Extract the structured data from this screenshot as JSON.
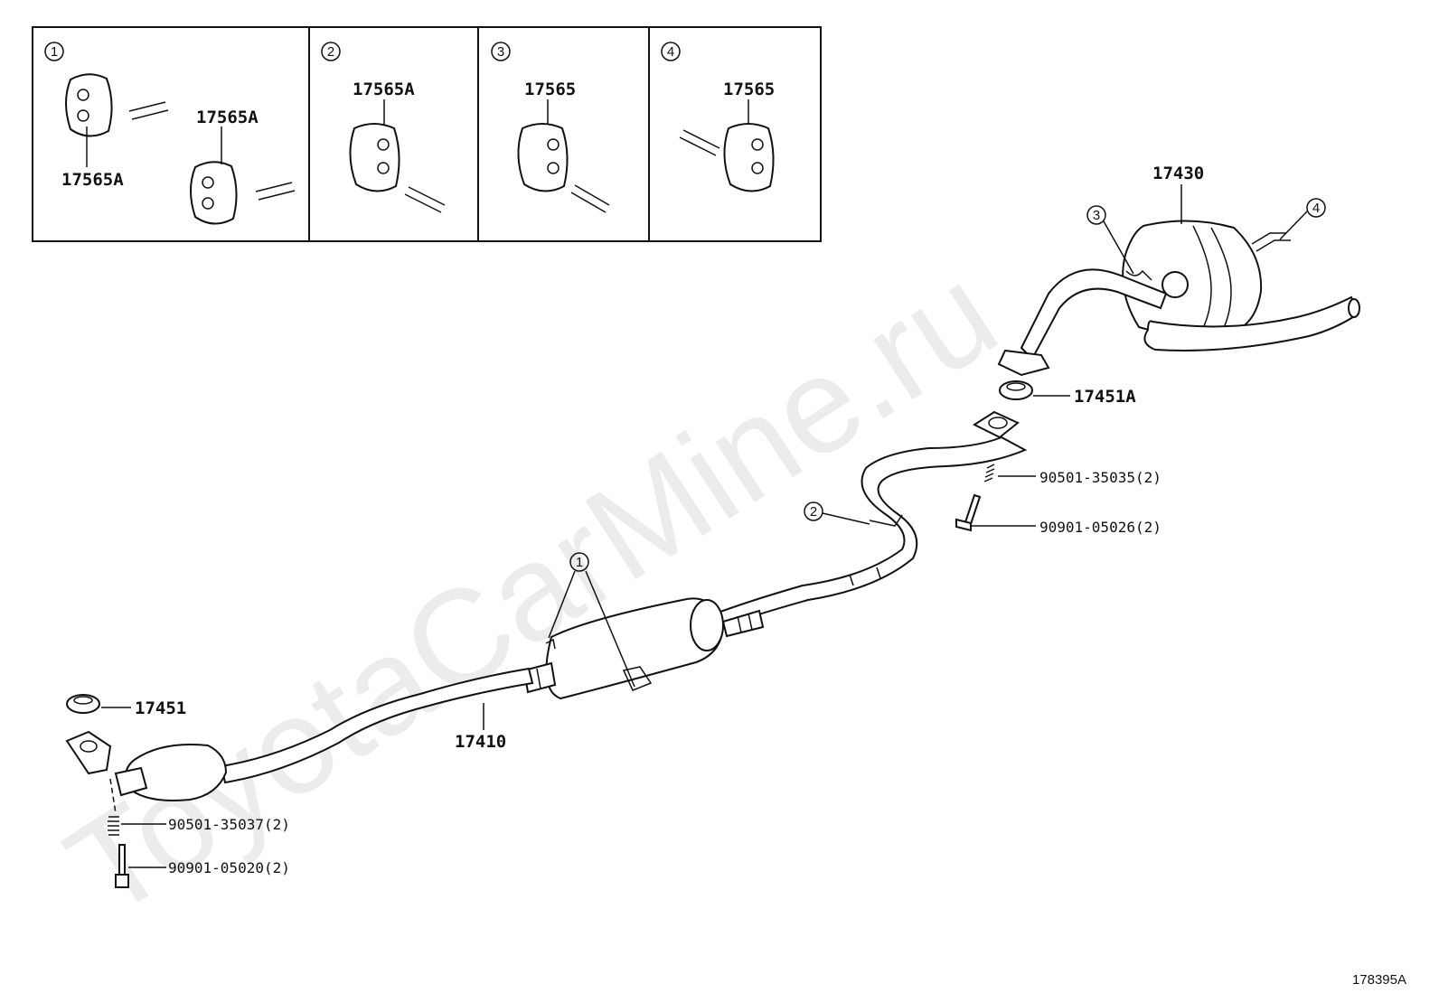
{
  "watermark": "ToyotaCarMine.ru",
  "diagram_code": "178395A",
  "insets": [
    {
      "marker": "1",
      "labels": [
        "17565A",
        "17565A"
      ]
    },
    {
      "marker": "2",
      "labels": [
        "17565A"
      ]
    },
    {
      "marker": "3",
      "labels": [
        "17565"
      ]
    },
    {
      "marker": "4",
      "labels": [
        "17565"
      ]
    }
  ],
  "parts": {
    "muffler": "17430",
    "gasket_rear": "17451A",
    "spring_rear": "90501-35035(2)",
    "bolt_rear": "90901-05026(2)",
    "gasket_front": "17451",
    "front_pipe": "17410",
    "spring_front": "90501-35037(2)",
    "bolt_front": "90901-05020(2)"
  },
  "callouts": {
    "c1": "1",
    "c2": "2",
    "c3": "3",
    "c4": "4"
  }
}
